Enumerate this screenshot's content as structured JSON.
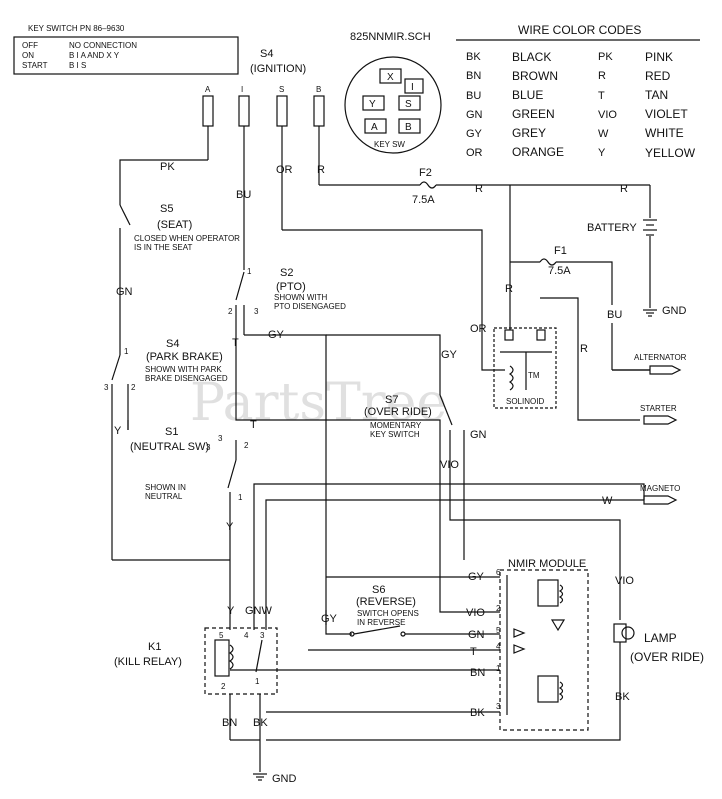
{
  "key_switch": {
    "title": "KEY SWITCH PN 86–9630",
    "rows": [
      {
        "pos": "OFF",
        "conn": "NO CONNECTION"
      },
      {
        "pos": "ON",
        "conn": "B I A     AND  X Y"
      },
      {
        "pos": "START",
        "conn": "B I S"
      }
    ]
  },
  "schematic_id": "825NNMIR.SCH",
  "ignition": {
    "title": "S4",
    "subtitle": "(IGNITION)",
    "terminals": [
      "A",
      "I",
      "S",
      "B"
    ],
    "socket": [
      "X",
      "I",
      "Y",
      "S",
      "A",
      "B"
    ],
    "socket_caption": "KEY SW"
  },
  "wire_codes": {
    "title": "WIRE COLOR CODES",
    "left": [
      {
        "code": "BK",
        "name": "BLACK"
      },
      {
        "code": "BN",
        "name": "BROWN"
      },
      {
        "code": "BU",
        "name": "BLUE"
      },
      {
        "code": "GN",
        "name": "GREEN"
      },
      {
        "code": "GY",
        "name": "GREY"
      },
      {
        "code": "OR",
        "name": "ORANGE"
      }
    ],
    "right": [
      {
        "code": "PK",
        "name": "PINK"
      },
      {
        "code": "R",
        "name": "RED"
      },
      {
        "code": "T",
        "name": "TAN"
      },
      {
        "code": "VIO",
        "name": "VIOLET"
      },
      {
        "code": "W",
        "name": "WHITE"
      },
      {
        "code": "Y",
        "name": "YELLOW"
      }
    ]
  },
  "fuses": {
    "f2": "F2",
    "f2_val": "7.5A",
    "f1": "F1",
    "f1_val": "7.5A"
  },
  "battery": "BATTERY",
  "gnd": "GND",
  "solenoid": "SOLINOID",
  "alternator": "ALTERNATOR",
  "starter": "STARTER",
  "magneto": "MAGNETO",
  "s5": {
    "title": "S5",
    "sub": "(SEAT)",
    "note1": "CLOSED WHEN OPERATOR",
    "note2": "IS IN THE SEAT"
  },
  "s2": {
    "title": "S2",
    "sub": "(PTO)",
    "note1": "SHOWN WITH",
    "note2": "PTO DISENGAGED"
  },
  "s4pb": {
    "title": "S4",
    "sub": "(PARK BRAKE)",
    "note1": "SHOWN WITH PARK",
    "note2": "BRAKE DISENGAGED"
  },
  "s7": {
    "title": "S7",
    "sub": "(OVER RIDE)",
    "note1": "MOMENTARY",
    "note2": "KEY SWITCH"
  },
  "s1": {
    "title": "S1",
    "sub": "(NEUTRAL SW)",
    "note1": "SHOWN IN",
    "note2": "NEUTRAL"
  },
  "s6": {
    "title": "S6",
    "sub": "(REVERSE)",
    "note1": "SWITCH OPENS",
    "note2": "IN REVERSE"
  },
  "k1": {
    "title": "K1",
    "sub": "(KILL RELAY)"
  },
  "module": {
    "title": "NMIR MODULE"
  },
  "lamp": {
    "title": "LAMP",
    "sub": "(OVER RIDE)"
  },
  "watermark": "PartsTree",
  "trademark": "TM",
  "wires": {
    "PK": "PK",
    "BU": "BU",
    "OR": "OR",
    "R": "R",
    "GN": "GN",
    "GY": "GY",
    "T": "T",
    "Y": "Y",
    "VIO": "VIO",
    "W": "W",
    "BN": "BN",
    "BK": "BK",
    "GNW": "GNW"
  },
  "pins": {
    "n1": "1",
    "n2": "2",
    "n3": "3",
    "n4": "4",
    "n5": "5",
    "n6": "6"
  }
}
